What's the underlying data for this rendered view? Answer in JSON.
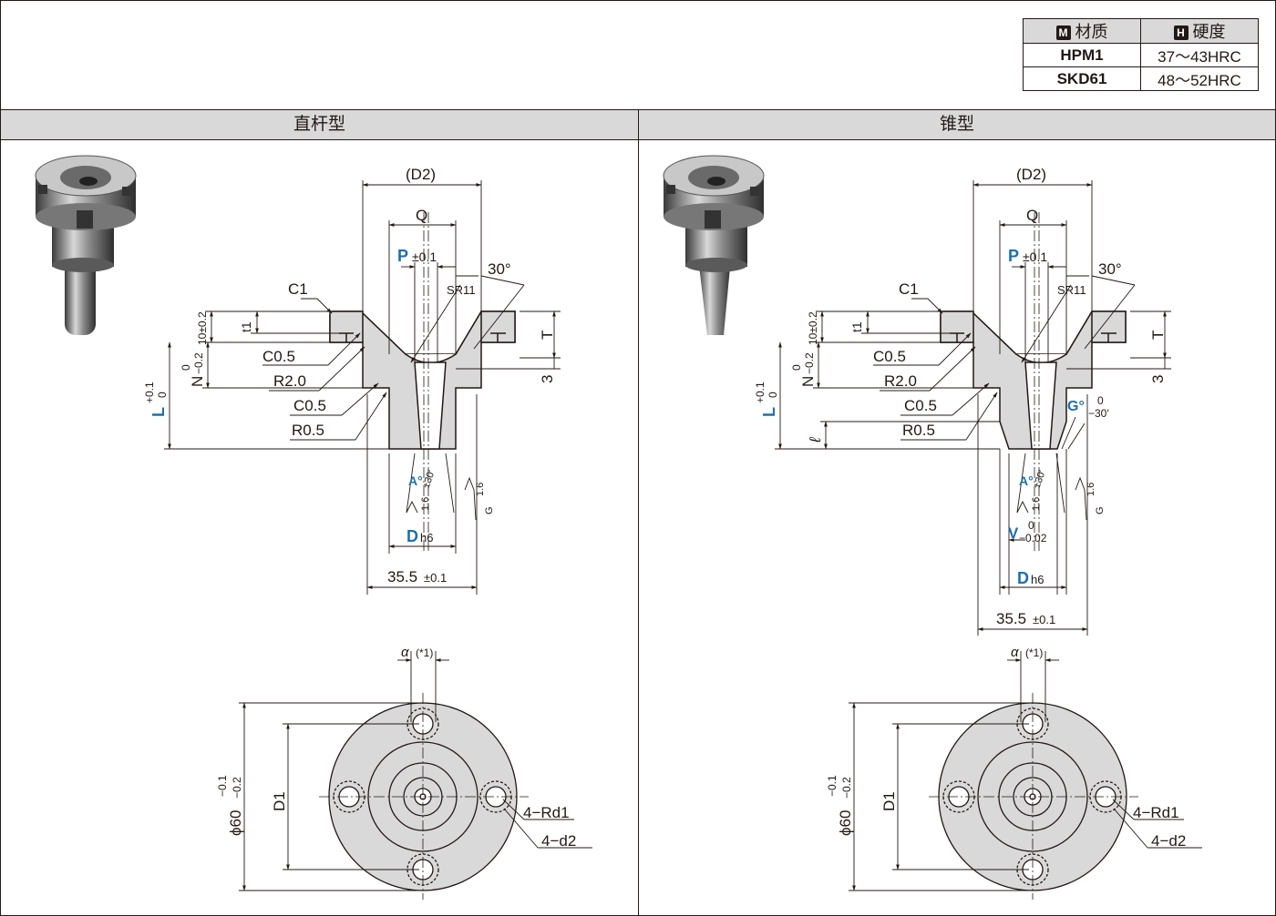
{
  "material_table": {
    "header": {
      "material_icon": "M",
      "material": "材质",
      "hardness_icon": "H",
      "hardness": "硬度"
    },
    "rows": [
      {
        "material": "HPM1",
        "hardness": "37～43HRC"
      },
      {
        "material": "SKD61",
        "hardness": "48～52HRC"
      }
    ]
  },
  "sections": {
    "straight": {
      "title": "直杆型",
      "labels": {
        "d2": "(D2)",
        "q": "Q",
        "p": "P",
        "p_tol": "±0.1",
        "sr11": "SR11",
        "angle30": "30°",
        "c1": "C1",
        "dim10": "10±0.2",
        "t1": "t1",
        "t": "T",
        "c05a": "C0.5",
        "r20": "R2.0",
        "c05b": "C0.5",
        "r05": "R0.5",
        "n": "N",
        "n_tol_top": "0",
        "n_tol_bot": "−0.2",
        "l": "L",
        "l_tol_top": "+0.1",
        "l_tol_bot": "0",
        "three": "3",
        "a": "A°",
        "a_tol": "±30′",
        "rough1": "1.6",
        "rough2": "1.6",
        "g": "G",
        "dh6": "D",
        "dh6_sub": "h6",
        "dim355": "35.5",
        "dim355_tol": "±0.1",
        "alpha": "α",
        "alpha_note": "(*1)",
        "phi60": "ϕ60",
        "phi60_tol_top": "−0.1",
        "phi60_tol_bot": "−0.2",
        "d1": "D1",
        "rd1": "4−Rd1",
        "d2holes": "4−d2"
      }
    },
    "taper": {
      "title": "锥型",
      "labels": {
        "d2": "(D2)",
        "q": "Q",
        "p": "P",
        "p_tol": "±0.1",
        "sr11": "SR11",
        "angle30": "30°",
        "c1": "C1",
        "dim10": "10±0.2",
        "t1": "t1",
        "t": "T",
        "c05a": "C0.5",
        "r20": "R2.0",
        "c05b": "C0.5",
        "r05": "R0.5",
        "n": "N",
        "n_tol_top": "0",
        "n_tol_bot": "−0.2",
        "l": "L",
        "l_tol_top": "+0.1",
        "l_tol_bot": "0",
        "three": "3",
        "ell": "ℓ",
        "g_deg": "G°",
        "g_tol_top": "0",
        "g_tol_bot": "−30′",
        "a": "A°",
        "a_tol": "±30′",
        "rough1": "1.6",
        "rough2": "1.6",
        "g": "G",
        "v": "V",
        "v_tol_top": "0",
        "v_tol_bot": "−0.02",
        "dh6": "D",
        "dh6_sub": "h6",
        "dim355": "35.5",
        "dim355_tol": "±0.1",
        "alpha": "α",
        "alpha_note": "(*1)",
        "phi60": "ϕ60",
        "phi60_tol_top": "−0.1",
        "phi60_tol_bot": "−0.2",
        "d1": "D1",
        "rd1": "4−Rd1",
        "d2holes": "4−d2"
      }
    }
  },
  "colors": {
    "line": "#231815",
    "fill": "#d9d9d9",
    "accent": "#1e6fb0"
  },
  "icons": [
    "product-photo-straight",
    "product-photo-taper"
  ]
}
